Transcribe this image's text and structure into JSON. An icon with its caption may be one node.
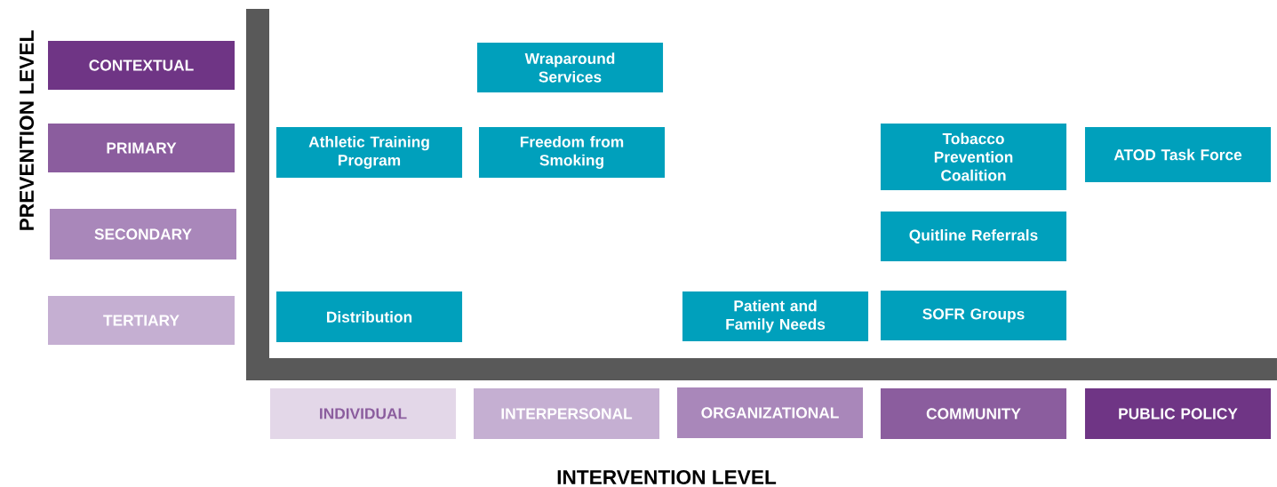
{
  "diagram": {
    "nodes": [
      {
        "text": [
          "CONTEXTUAL"
        ]
      },
      {
        "text": [
          "Wraparound Services"
        ]
      },
      {
        "text": [
          "PRIMARY"
        ]
      },
      {
        "text": [
          "Athletic Training Program"
        ]
      },
      {
        "text": [
          "Freedom from Smoking"
        ]
      },
      {
        "text": [
          "Tobacco Prevention Coalition"
        ]
      },
      {
        "text": [
          "ATOD Task Force"
        ]
      },
      {
        "text": [
          "SECONDARY"
        ]
      },
      {
        "text": [
          "Quitline Referrals"
        ]
      },
      {
        "text": [
          "TERTIARY"
        ]
      },
      {
        "text": [
          "Distribution"
        ]
      },
      {
        "text": [
          "Patient and Family Needs"
        ]
      },
      {
        "text": [
          "SOFR Groups"
        ]
      },
      {
        "text": [
          "INDIVIDUAL"
        ]
      },
      {
        "text": [
          "INTERPERSONAL"
        ]
      },
      {
        "text": [
          "ORGANIZATIONAL"
        ]
      },
      {
        "text": [
          "COMMUNITY"
        ]
      },
      {
        "text": [
          "PUBLIC POLICY"
        ]
      }
    ],
    "labels": [
      "PREVENTION LEVEL",
      "INTERVENTION LEVEL"
    ]
  }
}
